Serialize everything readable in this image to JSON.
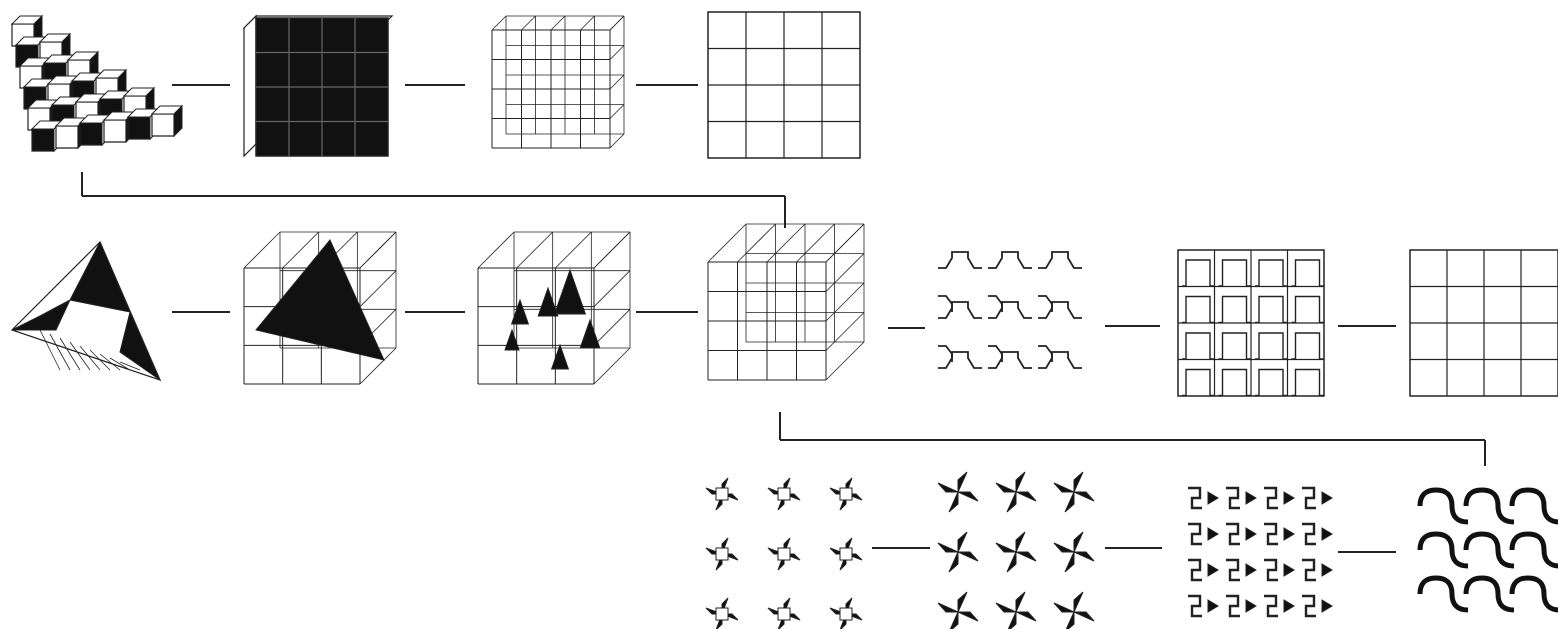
{
  "diagram": {
    "rows": [
      {
        "name": "row-1",
        "tiles": [
          {
            "name": "staircase-cubes-tile",
            "icon": "staircase-cubes"
          },
          {
            "name": "solid-block-tile",
            "icon": "solid-block"
          },
          {
            "name": "wire-block-tile",
            "icon": "wire-block"
          },
          {
            "name": "flat-grid-tile",
            "icon": "flat-grid"
          }
        ]
      },
      {
        "name": "row-2",
        "tiles": [
          {
            "name": "sierpinski-pyramid-tile",
            "icon": "sierpinski-pyramid"
          },
          {
            "name": "pyramid-in-cube-tile",
            "icon": "pyramid-in-cube"
          },
          {
            "name": "small-pyramids-in-cube-tile",
            "icon": "small-pyramids-in-cube"
          },
          {
            "name": "wire-cube-tile",
            "icon": "wire-cube"
          },
          {
            "name": "peano-curve-tile",
            "icon": "peano-curve"
          },
          {
            "name": "peano-in-grid-tile",
            "icon": "peano-in-grid"
          },
          {
            "name": "plain-grid-tile",
            "icon": "plain-grid"
          }
        ]
      },
      {
        "name": "row-3",
        "tiles": [
          {
            "name": "star-tiling-tile",
            "icon": "star-tiling"
          },
          {
            "name": "dense-star-tiling-tile",
            "icon": "dense-star-tiling"
          },
          {
            "name": "ornament-tiling-tile",
            "icon": "ornament-tiling"
          },
          {
            "name": "curved-tiling-tile",
            "icon": "curved-tiling"
          }
        ]
      }
    ],
    "colors": {
      "ink": "#222222",
      "fill": "#111111",
      "paper": "#ffffff"
    }
  }
}
